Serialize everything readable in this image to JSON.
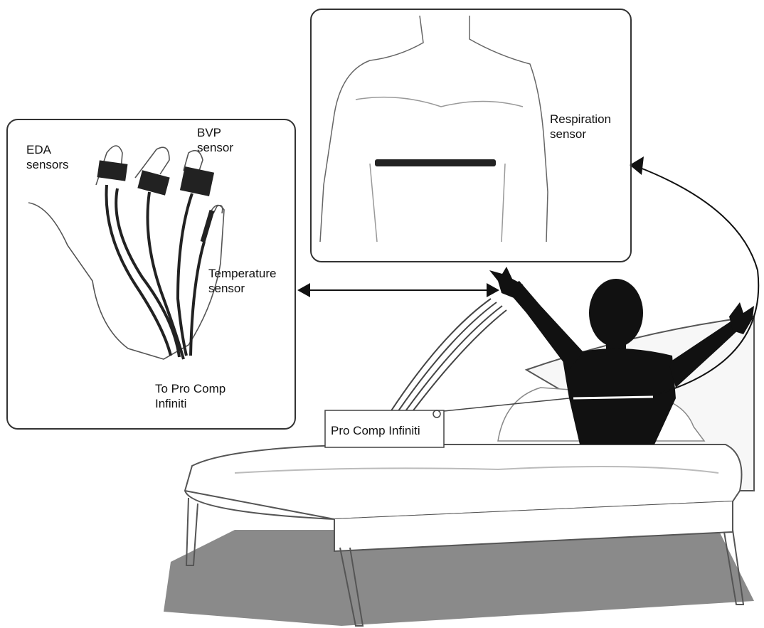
{
  "hand_panel": {
    "eda_label": [
      "EDA",
      "sensors"
    ],
    "bvp_label": [
      "BVP",
      "sensor"
    ],
    "temperature_label": [
      "Temperature",
      "sensor"
    ],
    "procomp_label": [
      "To Pro Comp",
      "Infiniti"
    ]
  },
  "chest_panel": {
    "respiration_label": [
      "Respiration",
      "sensor"
    ]
  },
  "device": {
    "label": "Pro Comp Infiniti"
  },
  "colors": {
    "ink": "#111111",
    "panel_border": "#333333",
    "shadow": "#8a8a8a",
    "sensor_band": "#222222"
  }
}
